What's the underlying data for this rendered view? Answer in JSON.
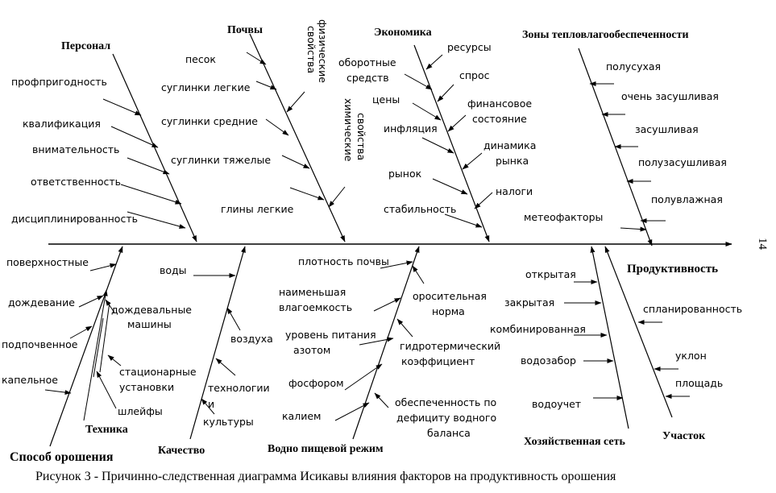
{
  "effect": "Продуктивность",
  "page_number": "14",
  "caption": "Рисунок 3 - Причинно-следственная диаграмма Исикавы влияния факторов на продуктивность орошения",
  "categories": {
    "personnel": {
      "title": "Персонал",
      "items": [
        "профпригодность",
        "квалификация",
        "внимательность",
        "ответственность",
        "дисциплинированность"
      ]
    },
    "soils": {
      "title": "Почвы",
      "items": [
        "песок",
        "суглинки легкие",
        "суглинки средние",
        "суглинки тяжелые",
        "глины легкие"
      ],
      "sub1": [
        "физические",
        "свойства"
      ],
      "sub2": [
        "химические",
        "свойства"
      ]
    },
    "economy": {
      "title": "Экономика",
      "items": [
        "ресурсы",
        "оборотные",
        "средств",
        "спрос",
        "цены",
        "финансовое",
        "состояние",
        "инфляция",
        "динамика",
        "рынка",
        "рынок",
        "налоги",
        "стабильность"
      ]
    },
    "zones": {
      "title": "Зоны тепловлагообеспеченности",
      "items": [
        "полусухая",
        "очень засушливая",
        "засушливая",
        "полузасушливая",
        "полувлажная",
        "метеофакторы"
      ]
    },
    "irrigation": {
      "title": "Способ орошения",
      "items": [
        "поверхностные",
        "дождевание",
        "подпочвенное",
        "капельное"
      ]
    },
    "technique": {
      "title": "Техника",
      "items": [
        "дождевальные",
        "машины",
        "стационарные",
        "установки",
        "шлейфы"
      ]
    },
    "quality": {
      "title": "Качество",
      "items": [
        "воды",
        "воздуха",
        "технологии",
        "и",
        "культуры"
      ]
    },
    "waterfood": {
      "title": "Водно пищевой режим",
      "items": [
        "плотность почвы",
        "наименьшая",
        "влагоемкость",
        "оросительная",
        "норма",
        "уровень питания",
        "азотом",
        "гидротермический",
        "коэффициент",
        "фосфором",
        "калием",
        "обеспеченность по",
        "дефициту водного",
        "баланса"
      ]
    },
    "network": {
      "title": "Хозяйственная сеть",
      "items": [
        "открытая",
        "закрытая",
        "комбинированная",
        "водозабор",
        "водоучет"
      ]
    },
    "site": {
      "title": "Участок",
      "items": [
        "спланированность",
        "уклон",
        "площадь"
      ]
    }
  }
}
